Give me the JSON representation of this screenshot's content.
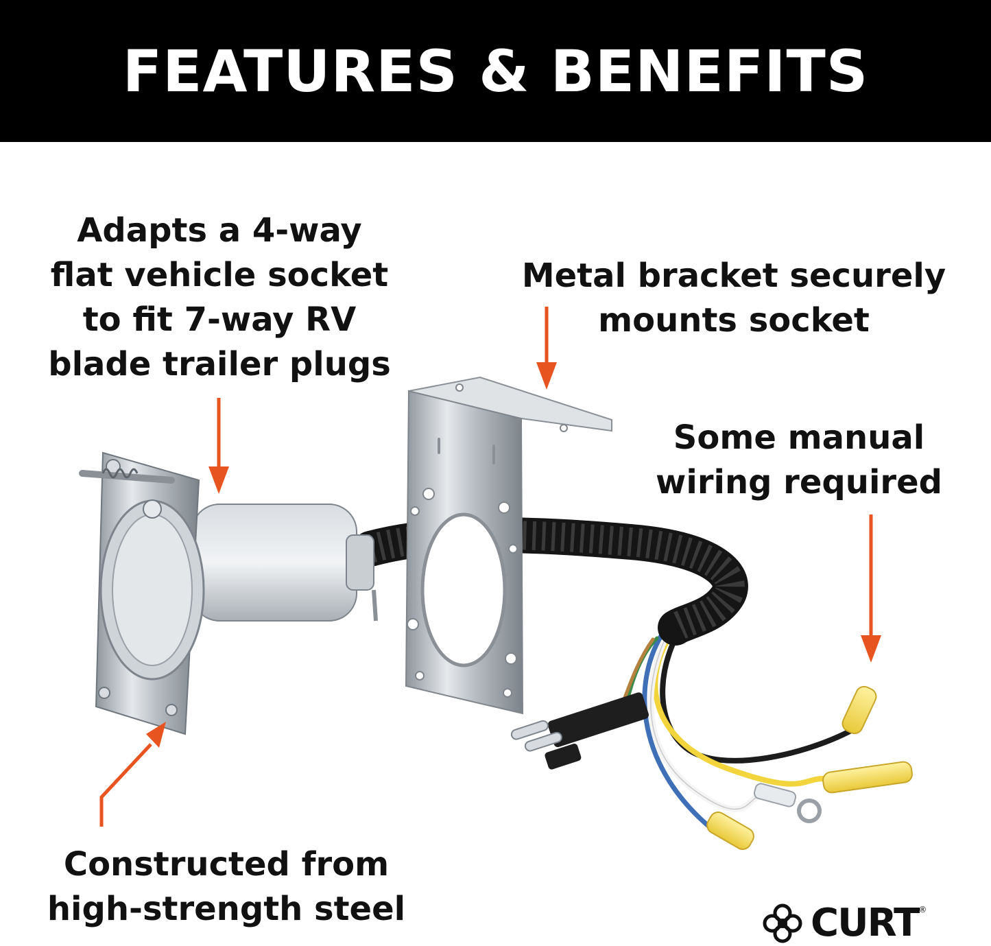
{
  "banner": {
    "title": "FEATURES & BENEFITS"
  },
  "callouts": {
    "adapter": [
      "Adapts a 4-way",
      "flat vehicle socket",
      "to fit 7-way RV",
      "blade trailer plugs"
    ],
    "bracket": [
      "Metal bracket securely",
      "mounts socket"
    ],
    "wiring": [
      "Some manual",
      "wiring required"
    ],
    "steel": [
      "Constructed from",
      "high-strength steel"
    ]
  },
  "logo": {
    "brand": "CURT",
    "reg_mark": "®",
    "icon": "curt-emblem-icon"
  },
  "colors": {
    "banner_bg": "#000000",
    "banner_text": "#ffffff",
    "arrow": "#e8541f",
    "text": "#111111"
  }
}
